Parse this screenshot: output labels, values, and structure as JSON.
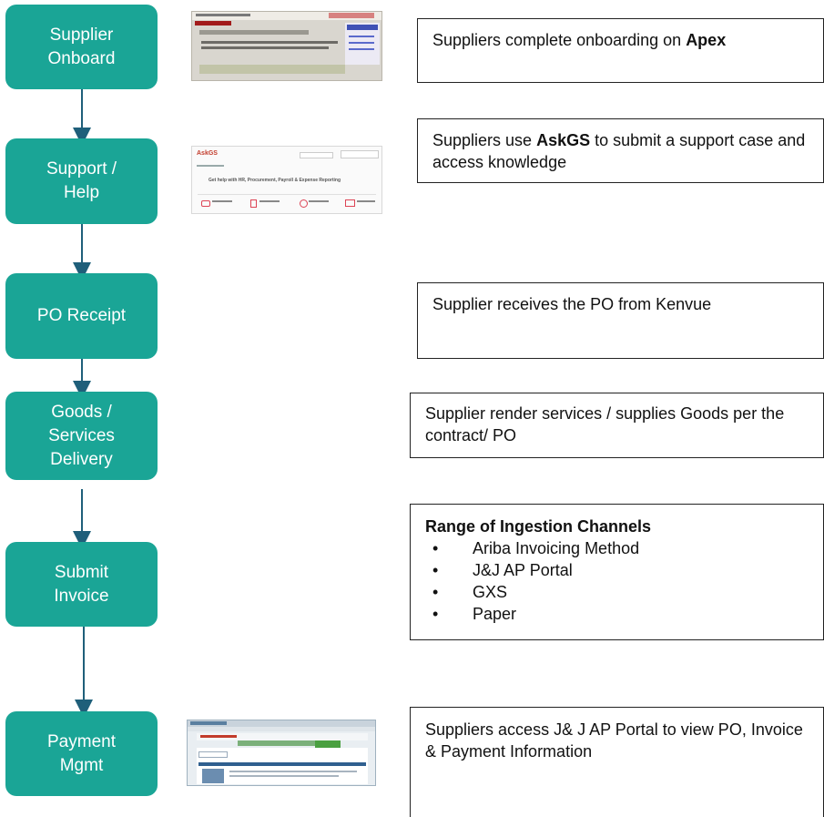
{
  "steps": [
    {
      "label": "Supplier\nOnboard"
    },
    {
      "label": "Support /\nHelp"
    },
    {
      "label": "PO Receipt"
    },
    {
      "label": "Goods /\nServices\nDelivery"
    },
    {
      "label": "Submit\nInvoice"
    },
    {
      "label": "Payment\nMgmt"
    }
  ],
  "descriptions": {
    "onboard": {
      "prefix": "Suppliers complete onboarding on ",
      "bold": "Apex"
    },
    "support": {
      "prefix": "Suppliers use ",
      "bold": "AskGS",
      "suffix": " to submit a support case and access knowledge"
    },
    "po_receipt": {
      "text": "Supplier receives the PO from Kenvue"
    },
    "delivery": {
      "text": "Supplier render services / supplies Goods per the contract/ PO"
    },
    "invoice": {
      "heading": "Range of Ingestion Channels",
      "items": [
        "Ariba Invoicing Method",
        "J&J AP Portal",
        "GXS",
        "Paper"
      ]
    },
    "payment": {
      "text": "Suppliers access  J& J AP Portal to view PO, Invoice & Payment Information"
    }
  },
  "thumbnails": {
    "askgs": {
      "logo": "AskGS",
      "headline": "Get help with HR, Procurement, Payroll & Expense Reporting"
    }
  },
  "colors": {
    "step_fill": "#1aa596",
    "arrow": "#1f5f7a",
    "box_border": "#222222"
  }
}
